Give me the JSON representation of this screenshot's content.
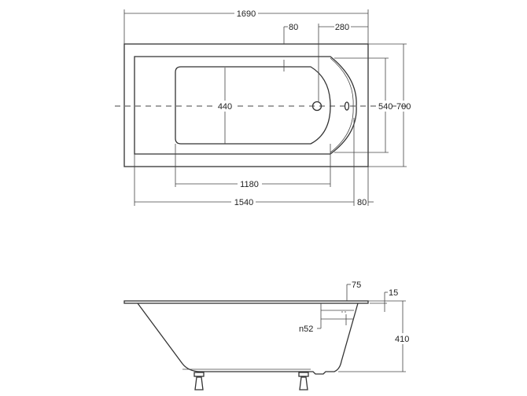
{
  "top_view": {
    "dimensions": {
      "overall_length": "1690",
      "rim_offset": "80",
      "drain_offset": "280",
      "basin_width": "440",
      "inner_width": "540",
      "overall_width": "700",
      "basin_length": "1180",
      "inner_length": "1540",
      "end_offset": "80"
    }
  },
  "side_view": {
    "dimensions": {
      "overflow_offset": "75",
      "rim_thickness": "15",
      "overflow_diameter": "n52",
      "height": "410"
    }
  },
  "colors": {
    "line": "#333333",
    "background": "#ffffff"
  }
}
